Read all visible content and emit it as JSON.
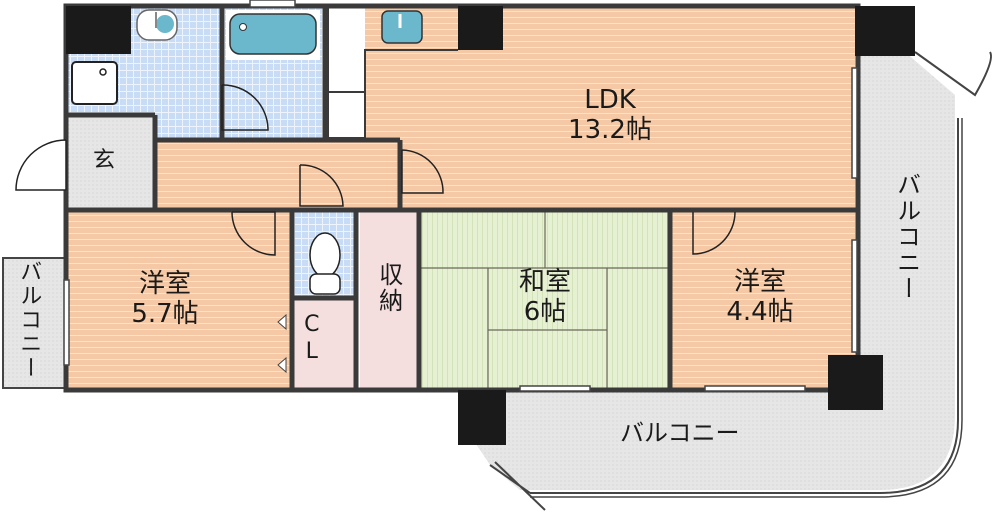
{
  "floorplan": {
    "rooms": {
      "ldk": {
        "name": "LDK",
        "size": "13.2帖"
      },
      "western_left": {
        "name": "洋室",
        "size": "5.7帖"
      },
      "japanese": {
        "name": "和室",
        "size": "6帖"
      },
      "western_right": {
        "name": "洋室",
        "size": "4.4帖"
      },
      "entrance": {
        "name": "玄"
      },
      "storage": {
        "name": "収納"
      },
      "closet": {
        "name": "CL"
      },
      "balcony_left": {
        "name": "バルコニー"
      },
      "balcony_right": {
        "name": "バルコニー"
      },
      "balcony_bottom": {
        "name": "バルコニー"
      }
    },
    "colors": {
      "wall": "#3a3a3a",
      "pillar": "#1a1a1a",
      "flooring": "#f6c9a6",
      "tatami": "#e3efcc",
      "wet_area": "#cfe0f7",
      "storage": "#f3dede",
      "balcony": "#e6e6e6",
      "fixture": "#6bb8cc"
    }
  }
}
